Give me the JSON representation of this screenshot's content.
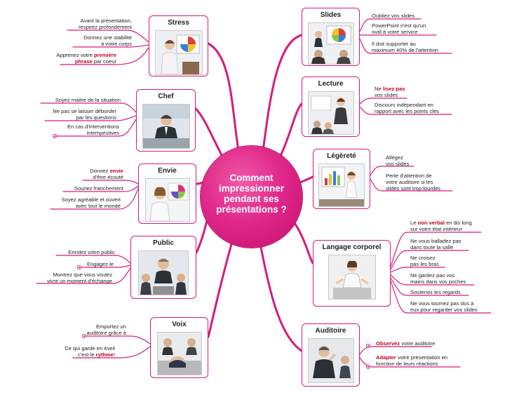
{
  "center": {
    "title": "Comment\nimpressionner\npendant ses\nprésentations ?"
  },
  "colors": {
    "accent": "#d61b7b",
    "center": "#e0288a",
    "highlight": "#c0001e"
  },
  "branches": {
    "stress": {
      "title": "Stress",
      "leaves": [
        {
          "parts": [
            {
              "t": "Avant la présentation,\nrespirez profondément"
            }
          ]
        },
        {
          "parts": [
            {
              "t": "Donnez une stabilité\nà votre corps"
            }
          ]
        },
        {
          "parts": [
            {
              "t": "Apprenez votre "
            },
            {
              "t": "première\nphrase",
              "h": true
            },
            {
              "t": " par coeur"
            }
          ]
        }
      ]
    },
    "chef": {
      "title": "Chef",
      "leaves": [
        {
          "parts": [
            {
              "t": "Soyez maitre de la situation"
            }
          ]
        },
        {
          "parts": [
            {
              "t": "Ne pas se laisser déborder\npar les questions"
            }
          ]
        },
        {
          "parts": [
            {
              "t": "En cas d'interventions\nintempestives"
            }
          ]
        }
      ]
    },
    "envie": {
      "title": "Envie",
      "leaves": [
        {
          "parts": [
            {
              "t": "Donnez "
            },
            {
              "t": "envie",
              "h": true
            },
            {
              "t": "\nd'être écouté"
            }
          ]
        },
        {
          "parts": [
            {
              "t": "Souriez franchement"
            }
          ]
        },
        {
          "parts": [
            {
              "t": "Soyez agréable et ouvert\navec tout le monde"
            }
          ]
        }
      ]
    },
    "public": {
      "title": "Public",
      "leaves": [
        {
          "parts": [
            {
              "t": "Enrolez votre public"
            }
          ]
        },
        {
          "parts": [
            {
              "t": "Engagez le"
            }
          ]
        },
        {
          "parts": [
            {
              "t": "Montrez que vous voulez\nvivre un moment d'échange"
            }
          ]
        }
      ]
    },
    "voix": {
      "title": "Voix",
      "leaves": [
        {
          "parts": [
            {
              "t": "Emportez un\nauditoire grâce à"
            }
          ]
        },
        {
          "parts": [
            {
              "t": "Ce qui garde en éveil\nc'est le "
            },
            {
              "t": "rythme",
              "h": true
            },
            {
              "t": "!"
            }
          ]
        }
      ]
    },
    "slides": {
      "title": "Slides",
      "leaves": [
        {
          "parts": [
            {
              "t": "Oubliez vos slides"
            }
          ]
        },
        {
          "parts": [
            {
              "t": "PowerPoint n'est qu'un\noutil à votre service"
            }
          ]
        },
        {
          "parts": [
            {
              "t": "Il doit supporter au\nmaximum 40% de l'attention"
            }
          ]
        }
      ]
    },
    "lecture": {
      "title": "Lecture",
      "leaves": [
        {
          "parts": [
            {
              "t": "Ne "
            },
            {
              "t": "lisez pas",
              "h": true
            },
            {
              "t": "\nvos slides"
            }
          ]
        },
        {
          "parts": [
            {
              "t": "Discours indépendant en\nrapport avec les points clés"
            }
          ]
        }
      ]
    },
    "legerete": {
      "title": "Légèreté",
      "leaves": [
        {
          "parts": [
            {
              "t": "Allégez\nvos slides"
            }
          ]
        },
        {
          "parts": [
            {
              "t": "Perte d'attention de\nvotre auditoire si les\nslides sont trop lourdes"
            }
          ]
        }
      ]
    },
    "langage": {
      "title": "Langage corporel",
      "leaves": [
        {
          "parts": [
            {
              "t": "Le "
            },
            {
              "t": "non verbal",
              "h": true
            },
            {
              "t": " en dis long\nsur votre état intérieur"
            }
          ]
        },
        {
          "parts": [
            {
              "t": "Ne vous balladez pas\ndans toute la salle"
            }
          ]
        },
        {
          "parts": [
            {
              "t": "Ne croisez\npas les bras"
            }
          ]
        },
        {
          "parts": [
            {
              "t": "Ne gardez pas vos\nmains dans vos poches"
            }
          ]
        },
        {
          "parts": [
            {
              "t": "Soutenez les regards"
            }
          ]
        },
        {
          "parts": [
            {
              "t": "Ne vous tournez pas dos à\neux pour regarder vos slides"
            }
          ]
        }
      ]
    },
    "auditoire": {
      "title": "Auditoire",
      "leaves": [
        {
          "parts": [
            {
              "t": "Observez",
              "h": true
            },
            {
              "t": " votre auditoire"
            }
          ]
        },
        {
          "parts": [
            {
              "t": "Adapter",
              "h": true
            },
            {
              "t": " votre présentation en\nfonction de leurs réactions"
            }
          ]
        }
      ]
    }
  }
}
